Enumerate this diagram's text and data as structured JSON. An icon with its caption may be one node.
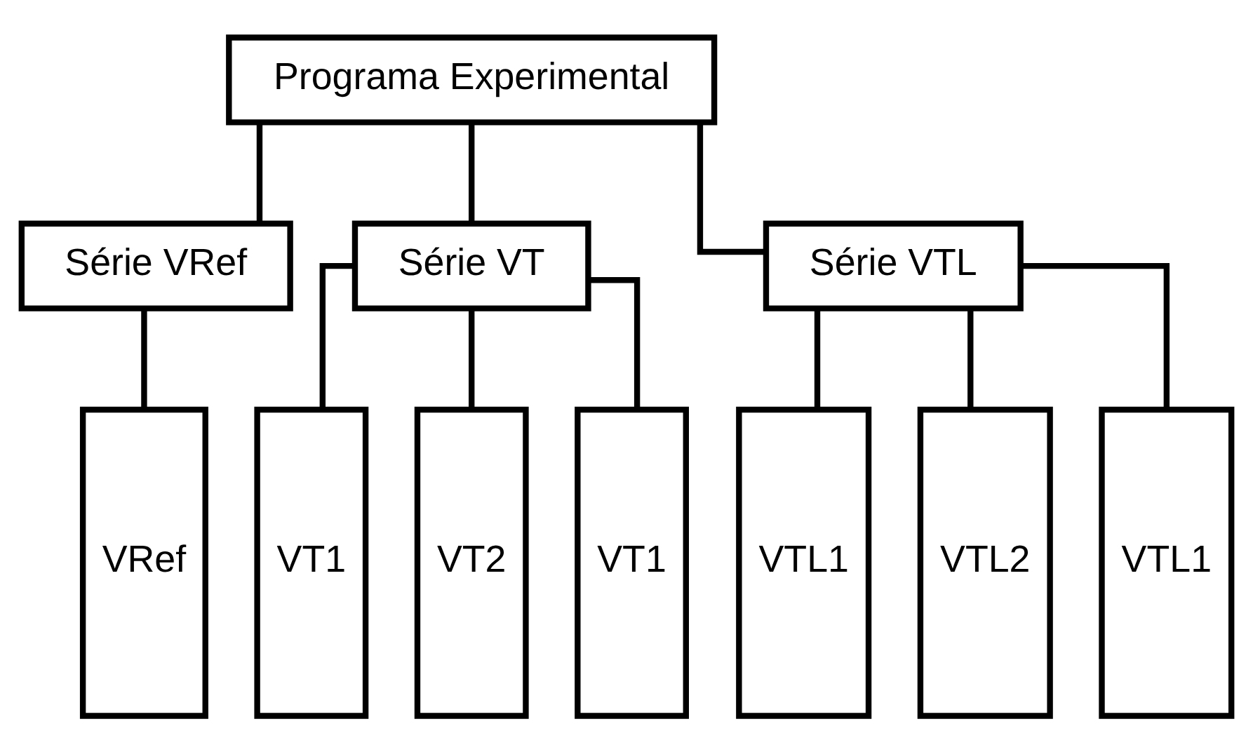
{
  "diagram": {
    "nodes": [
      {
        "text": [
          "Programa Experimental"
        ]
      },
      {
        "text": [
          "Série VRef"
        ]
      },
      {
        "text": [
          "Série VT"
        ]
      },
      {
        "text": [
          "Série VTL"
        ]
      },
      {
        "text": [
          "VRef"
        ]
      },
      {
        "text": [
          "VT1"
        ]
      },
      {
        "text": [
          "VT2"
        ]
      },
      {
        "text": [
          "VT1"
        ]
      },
      {
        "text": [
          "VTL1"
        ]
      },
      {
        "text": [
          "VTL2"
        ]
      },
      {
        "text": [
          "VTL1"
        ]
      }
    ],
    "edges": [
      {
        "from": 0,
        "to": 1,
        "arrow": "none"
      },
      {
        "from": 0,
        "to": 2,
        "arrow": "none"
      },
      {
        "from": 0,
        "to": 3,
        "arrow": "none"
      },
      {
        "from": 1,
        "to": 4,
        "arrow": "none"
      },
      {
        "from": 2,
        "to": 5,
        "arrow": "none"
      },
      {
        "from": 2,
        "to": 6,
        "arrow": "none"
      },
      {
        "from": 2,
        "to": 7,
        "arrow": "none"
      },
      {
        "from": 3,
        "to": 8,
        "arrow": "none"
      },
      {
        "from": 3,
        "to": 9,
        "arrow": "none"
      },
      {
        "from": 3,
        "to": 10,
        "arrow": "none"
      }
    ]
  }
}
